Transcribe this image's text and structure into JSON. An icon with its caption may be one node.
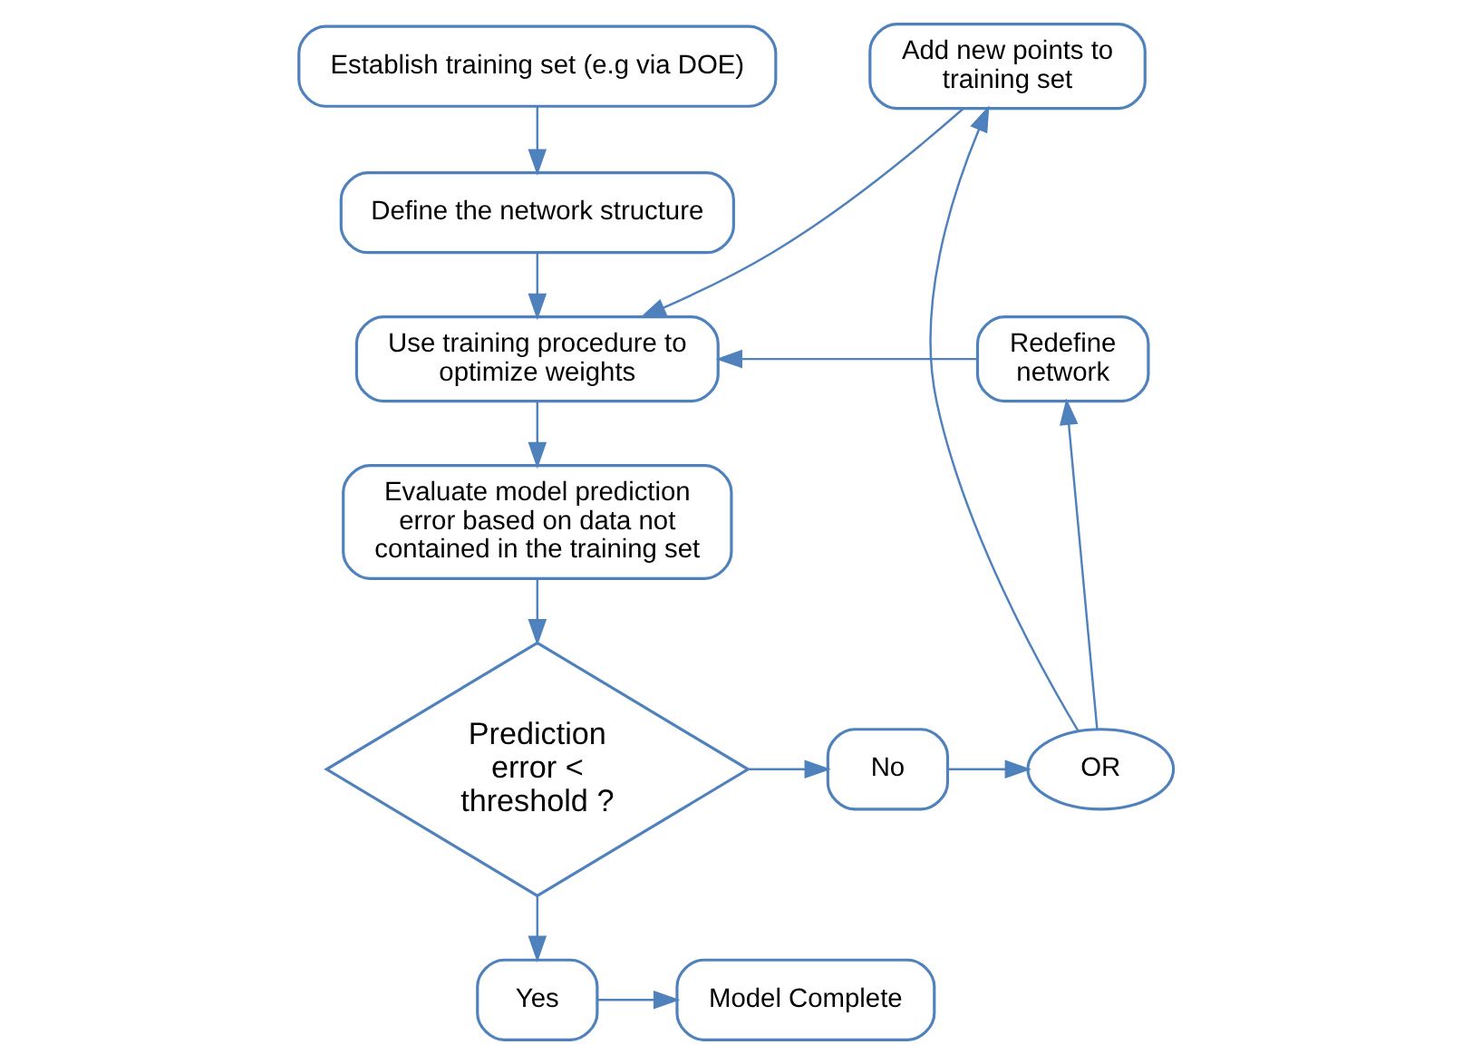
{
  "diagram": {
    "nodes": [
      {
        "text": [
          "Establish training set (e.g via DOE)"
        ]
      },
      {
        "text": [
          "Define the network structure"
        ]
      },
      {
        "text": [
          "Use training procedure to optimize weights"
        ]
      },
      {
        "text": [
          "Evaluate model prediction error based on data not contained in the training set"
        ]
      },
      {
        "text": [
          "Prediction error < threshold ?"
        ]
      },
      {
        "text": [
          "No"
        ]
      },
      {
        "text": [
          "OR"
        ]
      },
      {
        "text": [
          "Add new points to training set"
        ]
      },
      {
        "text": [
          "Redefine network"
        ]
      },
      {
        "text": [
          "Yes"
        ]
      },
      {
        "text": [
          "Model Complete"
        ]
      }
    ],
    "edges": [
      {
        "from": 0,
        "to": 1,
        "arrow": "to"
      },
      {
        "from": 1,
        "to": 2,
        "arrow": "to"
      },
      {
        "from": 2,
        "to": 3,
        "arrow": "to"
      },
      {
        "from": 3,
        "to": 4,
        "arrow": "to"
      },
      {
        "from": 4,
        "to": 5,
        "arrow": "to"
      },
      {
        "from": 5,
        "to": 6,
        "arrow": "to"
      },
      {
        "from": 6,
        "to": 7,
        "arrow": "to"
      },
      {
        "from": 7,
        "to": 2,
        "arrow": "to"
      },
      {
        "from": 6,
        "to": 8,
        "arrow": "to"
      },
      {
        "from": 8,
        "to": 2,
        "arrow": "to"
      },
      {
        "from": 4,
        "to": 9,
        "arrow": "to"
      },
      {
        "from": 9,
        "to": 10,
        "arrow": "to"
      }
    ]
  }
}
